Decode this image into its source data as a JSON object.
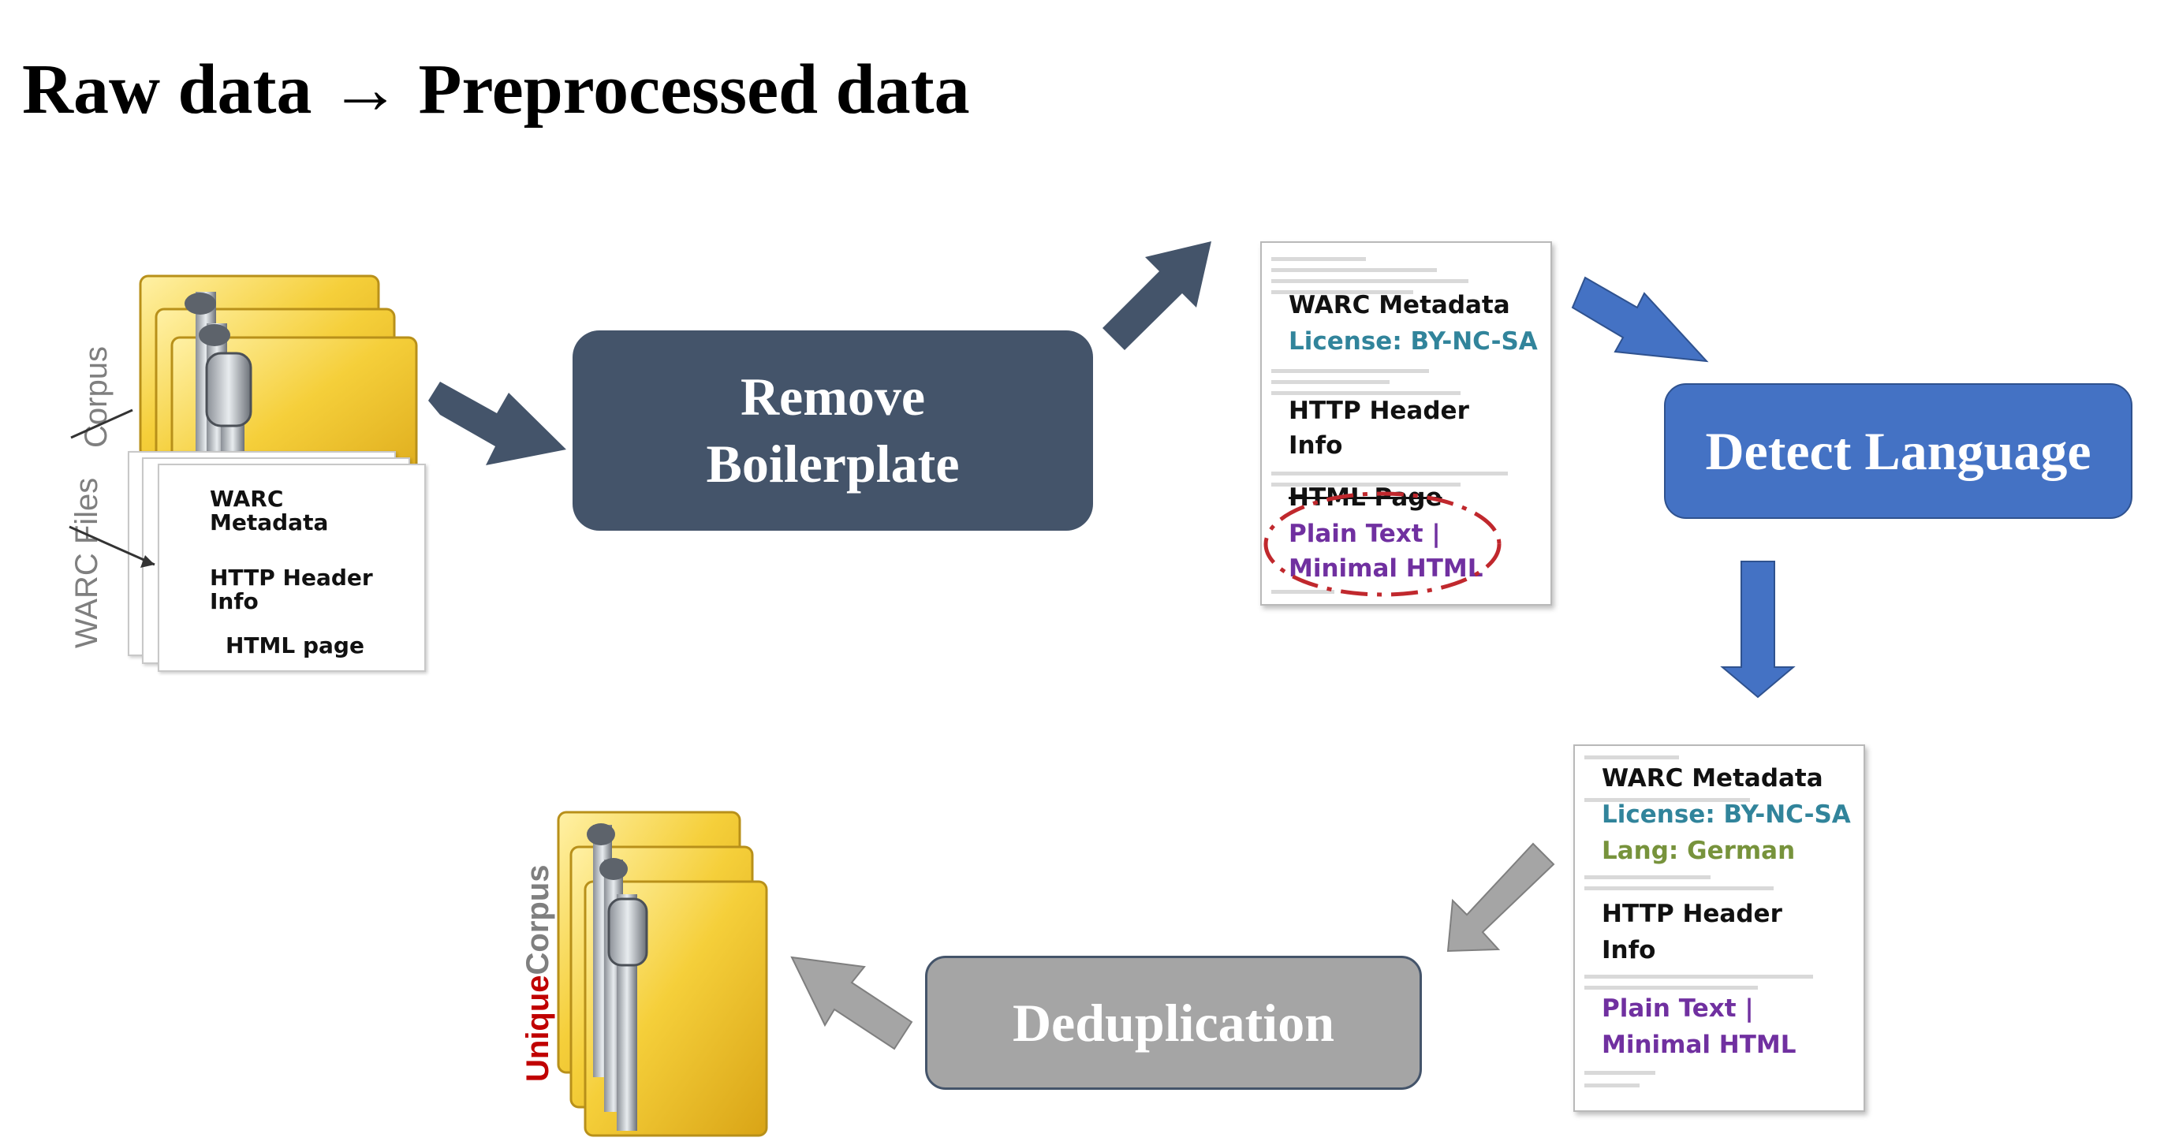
{
  "title": "Raw data → Preprocessed data",
  "steps": {
    "remove_boilerplate": [
      "Remove",
      "Boilerplate"
    ],
    "detect_language": "Detect Language",
    "deduplication": "Deduplication"
  },
  "raw_corpus": {
    "corpus_label": "Corpus",
    "warc_files_label": "WARC Files",
    "sheet_lines": [
      "WARC",
      "Metadata",
      "HTTP Header",
      "Info",
      "HTML page"
    ]
  },
  "doc_after_boilerplate": {
    "warc_metadata": "WARC Metadata",
    "license": "License: BY-NC-SA",
    "http_header": "HTTP Header",
    "info": "Info",
    "html_page": "HTML Page",
    "plain_text": "Plain Text |",
    "minimal_html": "Minimal HTML"
  },
  "doc_after_language": {
    "warc_metadata": "WARC Metadata",
    "license": "License: BY-NC-SA",
    "lang": "Lang: German",
    "http_header": "HTTP Header",
    "info": "Info",
    "plain_text": "Plain Text |",
    "minimal_html": "Minimal HTML"
  },
  "unique_corpus": {
    "unique": "Unique",
    "corpus": "Corpus"
  },
  "colors": {
    "dark_slate": "#44546A",
    "blue": "#4472C4",
    "gray": "#A5A5A5",
    "teal_text": "#31849B",
    "purple_text": "#7030A0",
    "green_text": "#77933C",
    "unique_red": "#C00000",
    "highlight_ellipse": "#C0282D",
    "folder_yellow": "#F5CF3A"
  }
}
